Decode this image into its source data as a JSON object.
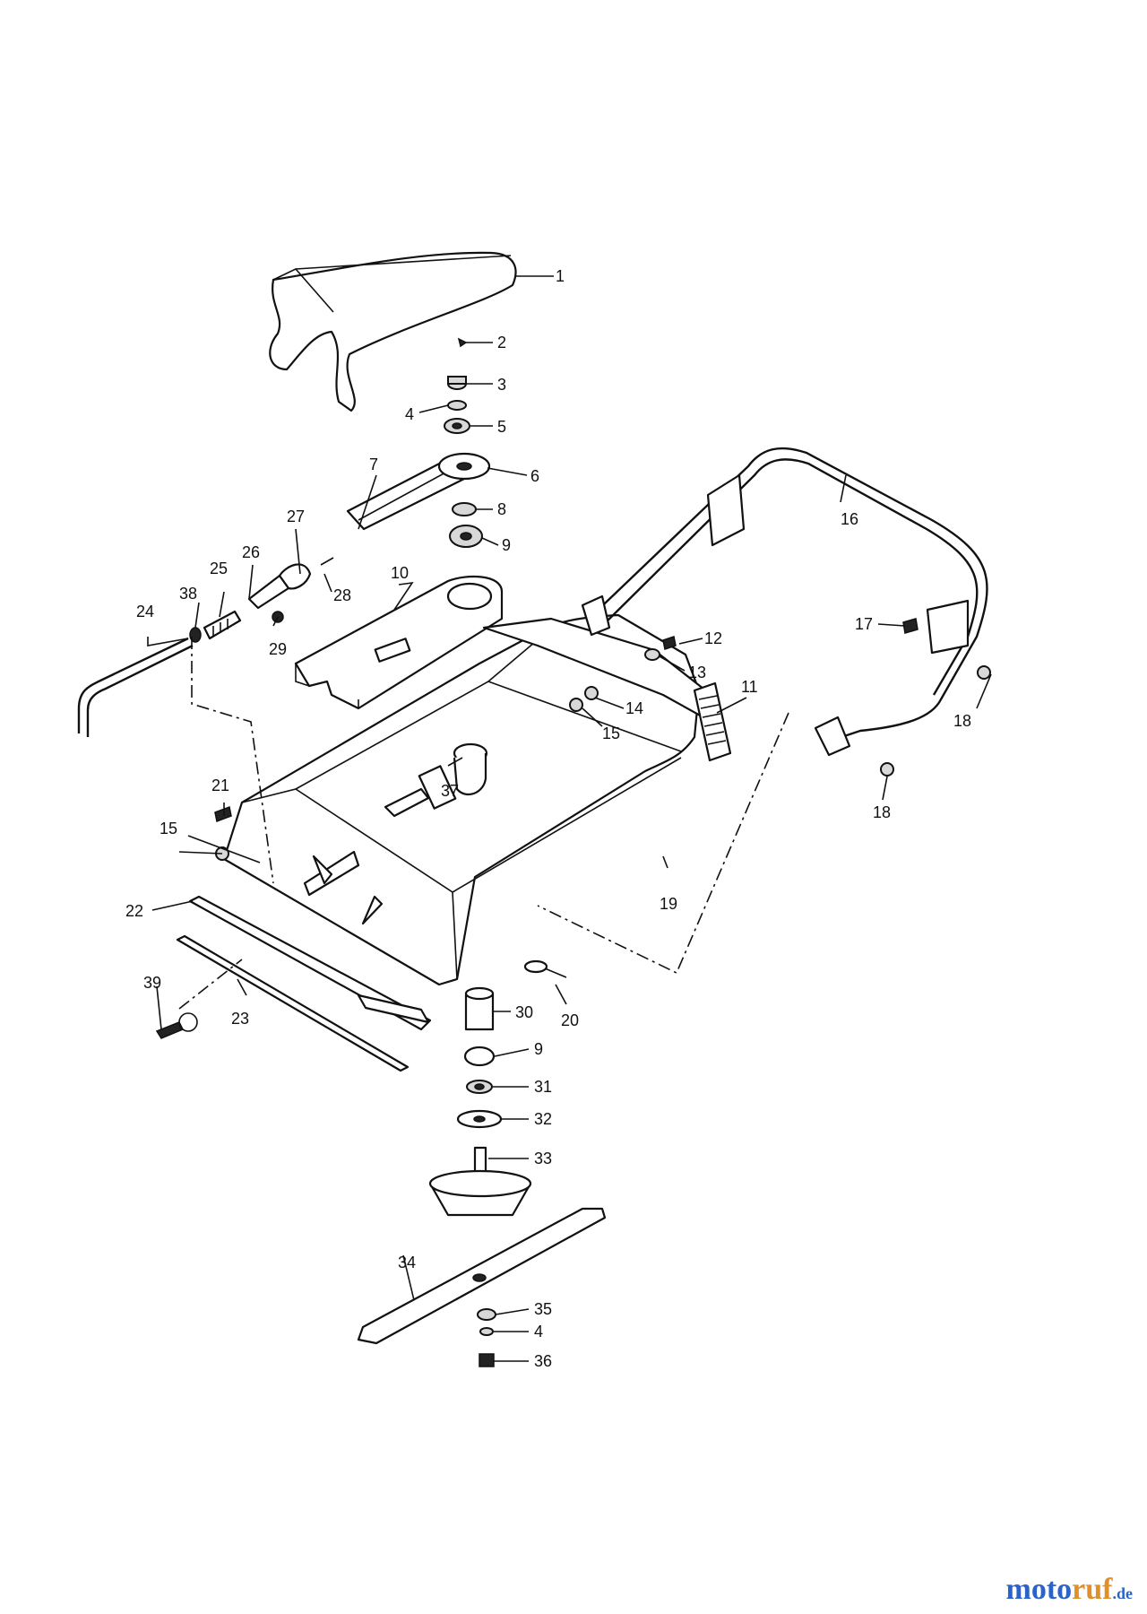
{
  "diagram": {
    "callouts": [
      "1",
      "2",
      "3",
      "4",
      "5",
      "6",
      "7",
      "8",
      "9",
      "10",
      "11",
      "12",
      "13",
      "14",
      "15",
      "16",
      "17",
      "18",
      "18",
      "19",
      "20",
      "21",
      "15",
      "22",
      "23",
      "24",
      "25",
      "26",
      "27",
      "28",
      "29",
      "30",
      "9",
      "31",
      "32",
      "33",
      "34",
      "35",
      "4",
      "36",
      "37",
      "38",
      "39"
    ]
  },
  "watermark": {
    "brand": "moto",
    "brand_accent": "ruf",
    "tld": ".de"
  }
}
